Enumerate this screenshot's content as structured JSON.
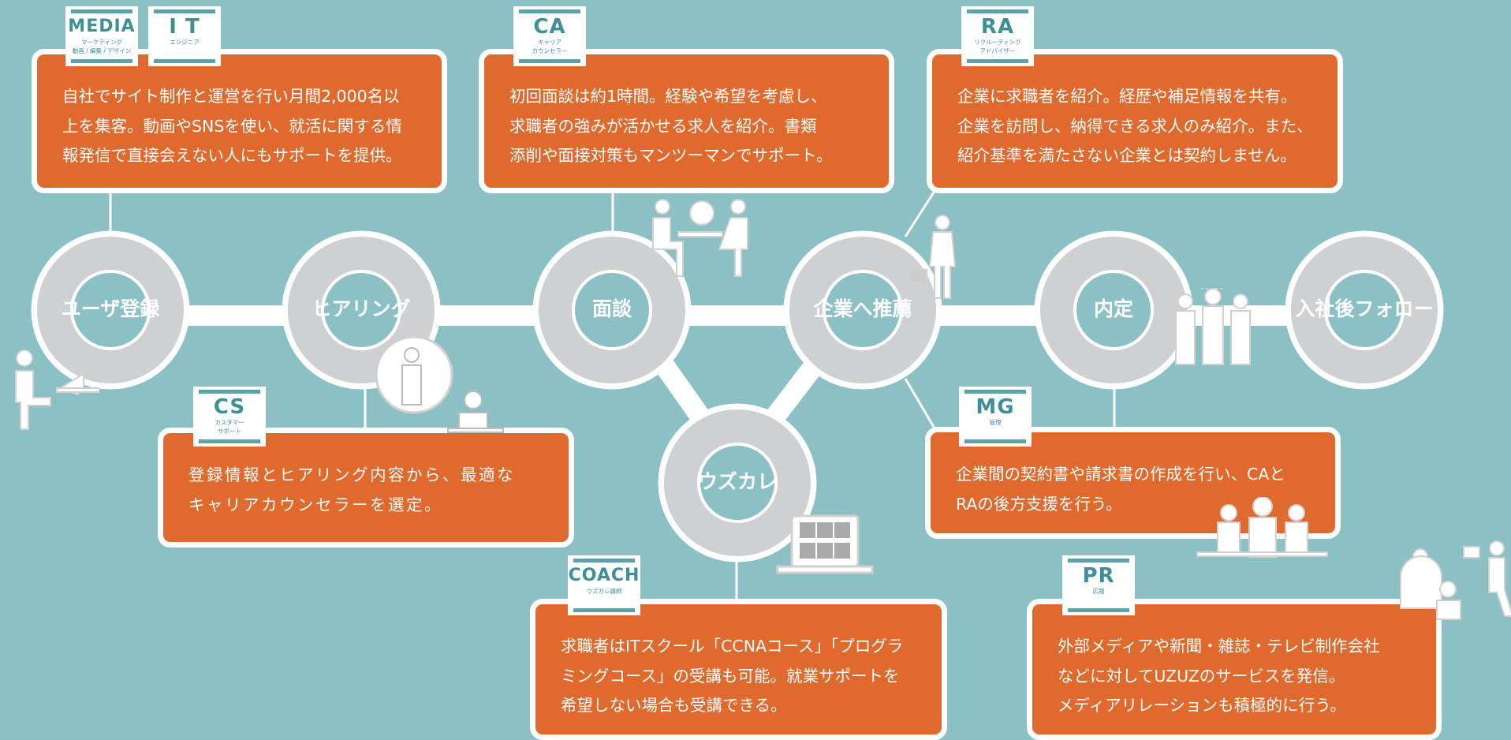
{
  "colors": {
    "background": "#8bc1c5",
    "box": "#e0692e",
    "ring": "#cfd0d1",
    "line": "#ffffff",
    "tag_text": "#3e8f98"
  },
  "nodes": {
    "n1": "ユーザ登録",
    "n2": "ヒアリング",
    "n3": "面談",
    "n4": "企業へ推薦",
    "n5": "内定",
    "n6": "入社後フォロー",
    "n7": "ウズカレ"
  },
  "tags": {
    "media": {
      "code": "MEDIA",
      "sub1": "マーケティング",
      "sub2": "動画 / 編集 / デザイン"
    },
    "it": {
      "code": "I T",
      "sub1": "エンジニア",
      "sub2": ""
    },
    "ca": {
      "code": "CA",
      "sub1": "キャリア",
      "sub2": "カウンセラー"
    },
    "ra": {
      "code": "RA",
      "sub1": "リクルーティング",
      "sub2": "アドバイザー"
    },
    "cs": {
      "code": "CS",
      "sub1": "カスタマー",
      "sub2": "サポート"
    },
    "mg": {
      "code": "MG",
      "sub1": "管理",
      "sub2": ""
    },
    "coach": {
      "code": "COACH",
      "sub1": "ウズカレ講師",
      "sub2": ""
    },
    "pr": {
      "code": "PR",
      "sub1": "広報",
      "sub2": ""
    }
  },
  "boxes": {
    "media": [
      "自社でサイト制作と運営を行い月間2,000名以",
      "上を集客。動画やSNSを使い、就活に関する情",
      "報発信で直接会えない人にもサポートを提供。"
    ],
    "ca": [
      "初回面談は約1時間。経験や希望を考慮し、",
      "求職者の強みが活かせる求人を紹介。書類",
      "添削や面接対策もマンツーマンでサポート。"
    ],
    "ra": [
      "企業に求職者を紹介。経歴や補足情報を共有。",
      "企業を訪問し、納得できる求人のみ紹介。また、",
      "紹介基準を満たさない企業とは契約しません。"
    ],
    "cs": [
      "登録情報とヒアリング内容から、最適な",
      "キャリアカウンセラーを選定。"
    ],
    "mg": [
      "企業間の契約書や請求書の作成を行い、CAと",
      "RAの後方支援を行う。"
    ],
    "coach": [
      "求職者はITスクール「CCNAコース」「プログラ",
      "ミングコース」の受講も可能。就業サポートを",
      "希望しない場合も受講できる。"
    ],
    "pr": [
      "外部メディアや新聞・雑誌・テレビ制作会社",
      "などに対してUZUZのサービスを発信。",
      "メディアリレーションも積極的に行う。"
    ]
  },
  "icons": [
    "user-at-laptop-icon",
    "counselor-headset-icon",
    "interview-meeting-icon",
    "businessman-briefcase-icon",
    "celebrating-people-icon",
    "video-call-laptop-icon",
    "team-meeting-icon",
    "press-presentation-icon"
  ]
}
